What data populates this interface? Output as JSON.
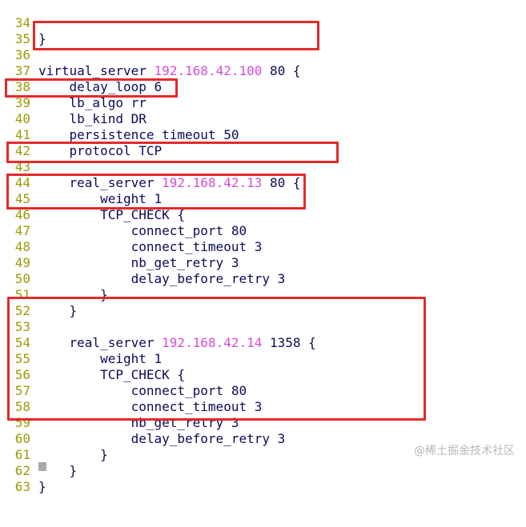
{
  "editor": {
    "lines": [
      {
        "num": "34",
        "code": "}",
        "ip": "",
        "rest": ""
      },
      {
        "num": "35",
        "code": "",
        "ip": "",
        "rest": ""
      },
      {
        "num": "36",
        "code": "virtual_server ",
        "ip": "192.168.42.100",
        "rest": " 80 {"
      },
      {
        "num": "37",
        "code": "    delay_loop 6",
        "ip": "",
        "rest": ""
      },
      {
        "num": "38",
        "code": "    lb_algo rr",
        "ip": "",
        "rest": ""
      },
      {
        "num": "39",
        "code": "    lb_kind DR",
        "ip": "",
        "rest": ""
      },
      {
        "num": "40",
        "code": "    persistence_timeout 50",
        "ip": "",
        "rest": ""
      },
      {
        "num": "41",
        "code": "    protocol TCP",
        "ip": "",
        "rest": ""
      },
      {
        "num": "42",
        "code": "",
        "ip": "",
        "rest": ""
      },
      {
        "num": "43",
        "code": "    real_server ",
        "ip": "192.168.42.13",
        "rest": " 80 {"
      },
      {
        "num": "44",
        "code": "        weight 1",
        "ip": "",
        "rest": ""
      },
      {
        "num": "45",
        "code": "        TCP_CHECK {",
        "ip": "",
        "rest": ""
      },
      {
        "num": "46",
        "code": "            connect_port 80",
        "ip": "",
        "rest": ""
      },
      {
        "num": "47",
        "code": "            connect_timeout 3",
        "ip": "",
        "rest": ""
      },
      {
        "num": "48",
        "code": "            nb_get_retry 3",
        "ip": "",
        "rest": ""
      },
      {
        "num": "49",
        "code": "            delay_before_retry 3",
        "ip": "",
        "rest": ""
      },
      {
        "num": "50",
        "code": "        }",
        "ip": "",
        "rest": ""
      },
      {
        "num": "51",
        "code": "    }",
        "ip": "",
        "rest": ""
      },
      {
        "num": "52",
        "code": "",
        "ip": "",
        "rest": ""
      },
      {
        "num": "53",
        "code": "    real_server ",
        "ip": "192.168.42.14",
        "rest": " 1358 {"
      },
      {
        "num": "54",
        "code": "        weight 1",
        "ip": "",
        "rest": ""
      },
      {
        "num": "55",
        "code": "        TCP_CHECK {",
        "ip": "",
        "rest": ""
      },
      {
        "num": "56",
        "code": "            connect_port 80",
        "ip": "",
        "rest": ""
      },
      {
        "num": "57",
        "code": "            connect_timeout 3",
        "ip": "",
        "rest": ""
      },
      {
        "num": "58",
        "code": "            nb_get_retry 3",
        "ip": "",
        "rest": ""
      },
      {
        "num": "59",
        "code": "            delay_before_retry 3",
        "ip": "",
        "rest": ""
      },
      {
        "num": "60",
        "code": "        }",
        "ip": "",
        "rest": ""
      },
      {
        "num": "61",
        "code": "    }",
        "ip": "",
        "rest": ""
      },
      {
        "num": "62",
        "code": "}",
        "ip": "",
        "rest": ""
      },
      {
        "num": "63",
        "code": "",
        "ip": "",
        "rest": ""
      }
    ]
  },
  "watermark": "@稀土掘金技术社区",
  "colors": {
    "line_number": "#9b9b00",
    "code_text": "#0b0b5a",
    "ip_address": "#d64cd6",
    "highlight_box": "#e32a2a",
    "cursor": "#a9a9a9"
  }
}
